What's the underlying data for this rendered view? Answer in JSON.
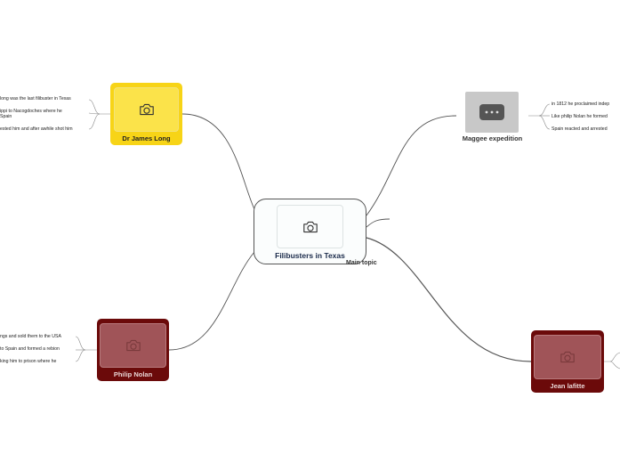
{
  "central": {
    "title": "Filibusters in Texas",
    "sub_label": "Main topic",
    "icon": "camera-icon"
  },
  "branches": {
    "dr_james_long": {
      "title": "Dr James Long",
      "color": "#f7d417",
      "icon": "camera-icon",
      "leaves": [
        "long was the last filibuster in Texas",
        "ippi to Nacogdoches where he",
        "Spain",
        "ested him and after awhile shot him"
      ]
    },
    "maggee_expedition": {
      "title": "Maggee expedition",
      "color": "#c4c4c4",
      "icon": "ellipsis-icon",
      "leaves": [
        "in 1812 he proclaimed indep",
        "Like philip Nolan he formed",
        "Spain reacted and arrested"
      ]
    },
    "philip_nolan": {
      "title": "Philip Nolan",
      "color": "#6b0a0a",
      "icon": "camera-icon",
      "leaves": [
        "ngs and sold them to the USA",
        "to Spain and formed a rebion",
        "king him to prison where he"
      ]
    },
    "jean_lafitte": {
      "title": "Jean lafitte",
      "color": "#6b0a0a",
      "icon": "camera-icon",
      "leaves": []
    }
  }
}
